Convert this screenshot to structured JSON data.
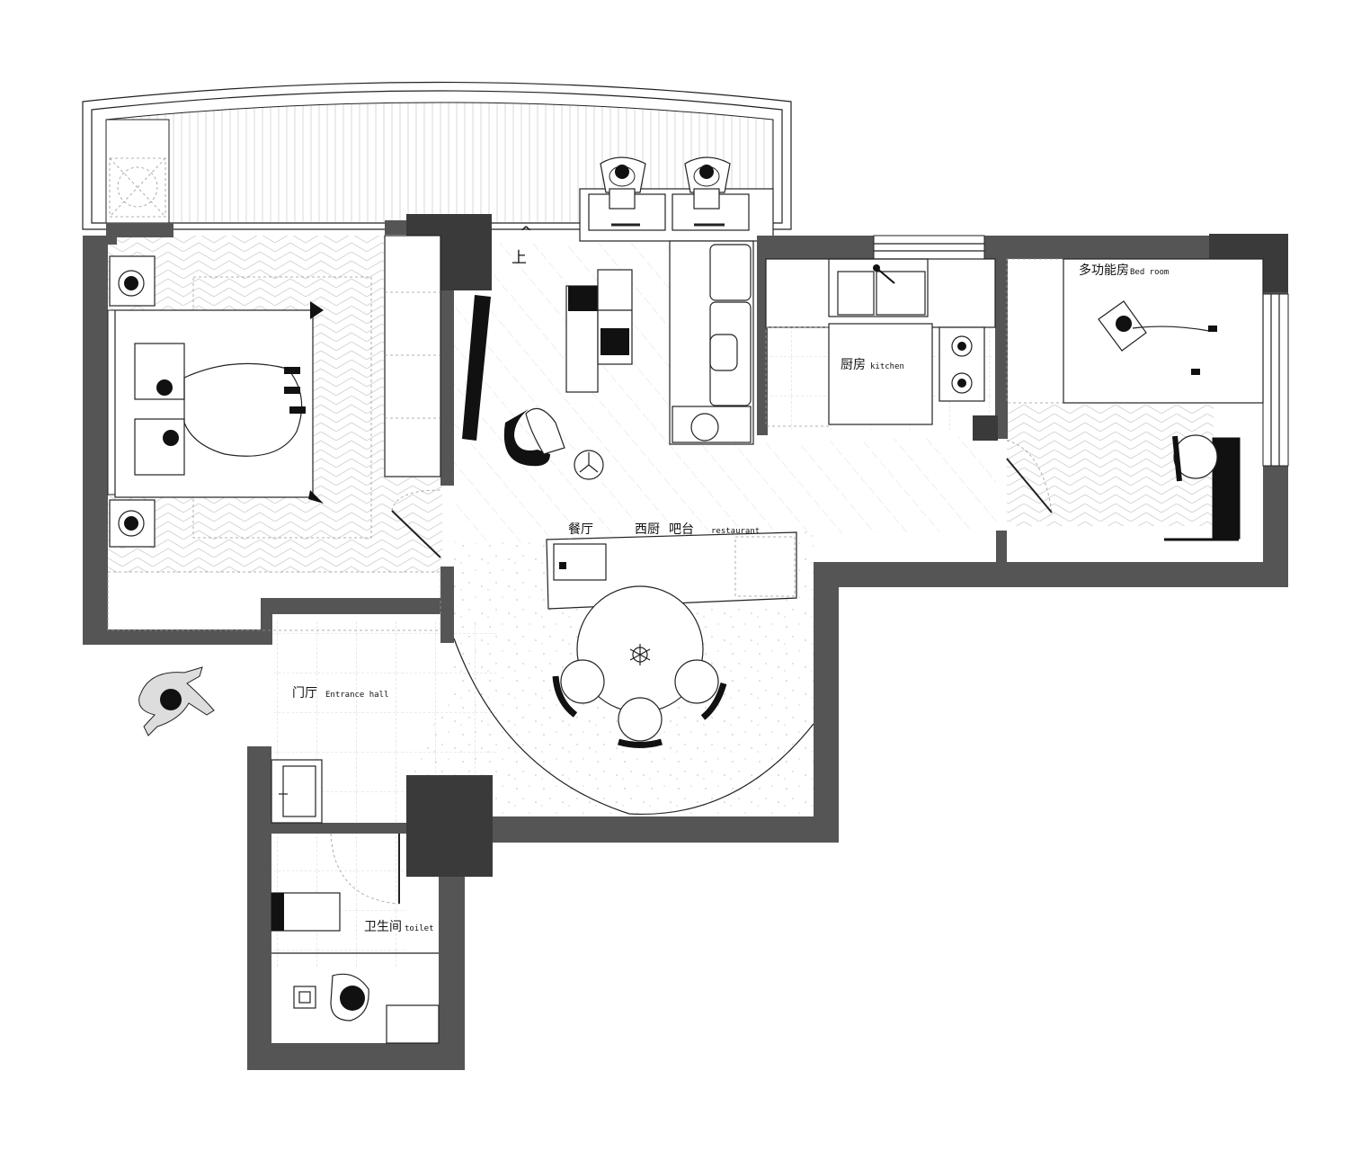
{
  "plan": {
    "rooms": {
      "up_marker": "上",
      "kitchen": {
        "zh": "厨房",
        "en": "kitchen"
      },
      "multi_room": {
        "zh": "多功能房",
        "en": "Bed room"
      },
      "dining": {
        "zh1": "餐厅",
        "zh2": "西厨",
        "zh3": "吧台",
        "en": "restaurant"
      },
      "entrance": {
        "zh": "门厅",
        "en": "Entrance hall"
      },
      "toilet": {
        "zh": "卫生间",
        "en": "toilet"
      }
    },
    "colors": {
      "wall": "#555555",
      "column": "#3a3a3a",
      "line": "#222222",
      "floor_pattern": "#cccccc"
    }
  }
}
